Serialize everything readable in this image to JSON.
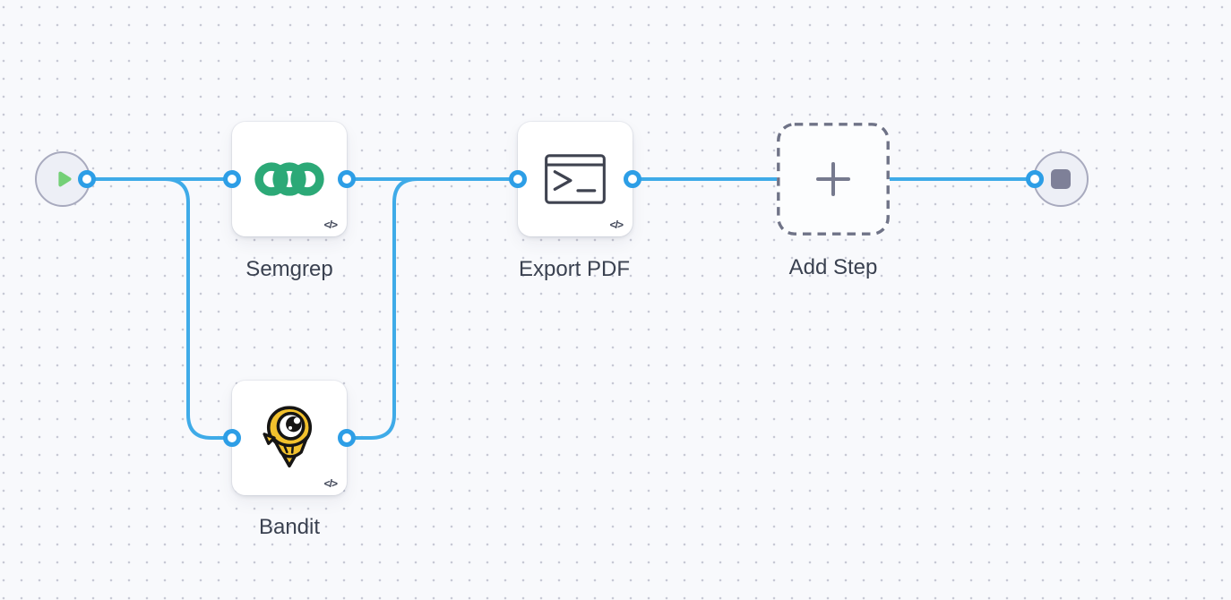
{
  "workflow": {
    "nodes": [
      {
        "id": "start",
        "kind": "start",
        "icon": "play-icon"
      },
      {
        "id": "semgrep",
        "kind": "step",
        "icon": "semgrep-rings-icon",
        "label": "Semgrep",
        "badge": "</>"
      },
      {
        "id": "bandit",
        "kind": "step",
        "icon": "bandit-bird-icon",
        "label": "Bandit",
        "badge": "</>"
      },
      {
        "id": "export_pdf",
        "kind": "step",
        "icon": "terminal-icon",
        "label": "Export PDF",
        "badge": "</>"
      },
      {
        "id": "add_step",
        "kind": "placeholder",
        "icon": "plus-icon",
        "label": "Add Step"
      },
      {
        "id": "end",
        "kind": "end",
        "icon": "stop-icon"
      }
    ],
    "edges": [
      {
        "from": "start",
        "to": "semgrep"
      },
      {
        "from": "start",
        "to": "bandit"
      },
      {
        "from": "semgrep",
        "to": "export_pdf"
      },
      {
        "from": "bandit",
        "to": "export_pdf"
      },
      {
        "from": "export_pdf",
        "to": "add_step"
      },
      {
        "from": "add_step",
        "to": "end"
      }
    ]
  },
  "colors": {
    "canvas_background": "#f8f9fc",
    "grid_dot": "#c7c9d5",
    "edge_blue": "#3fabe8",
    "port_blue": "#2d9ee6",
    "semgrep_green": "#2ca977",
    "bandit_yellow": "#f2c12d",
    "play_green": "#74d077",
    "stop_gray": "#7e8098",
    "placeholder_gray": "#6f7387",
    "label_text": "#3a4150"
  }
}
